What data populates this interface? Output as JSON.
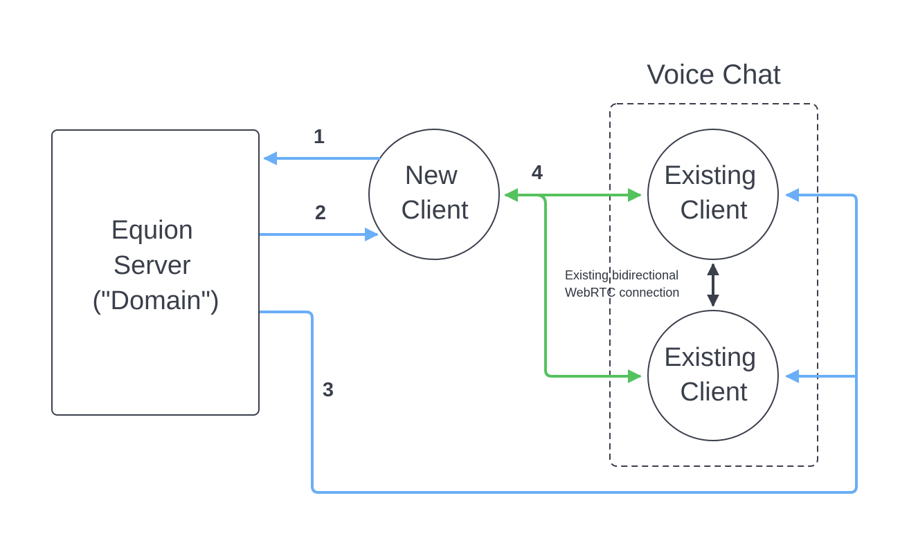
{
  "title": "Voice Chat",
  "server": {
    "lines": [
      "Equion",
      "Server",
      "(\"Domain\")"
    ]
  },
  "new_client": {
    "lines": [
      "New",
      "Client"
    ]
  },
  "existing_client_top": {
    "lines": [
      "Existing",
      "Client"
    ]
  },
  "existing_client_bottom": {
    "lines": [
      "Existing",
      "Client"
    ]
  },
  "steps": {
    "s1": "1",
    "s2": "2",
    "s3": "3",
    "s4": "4"
  },
  "connection_note": {
    "lines": [
      "Existing bidirectional",
      "WebRTC connection"
    ]
  },
  "colors": {
    "blue_arrow": "#6aaef7",
    "green_arrow": "#55c25e",
    "dark_arrow": "#3a3f4b",
    "text": "#3a3f4b",
    "stroke": "#3a3f4b"
  }
}
